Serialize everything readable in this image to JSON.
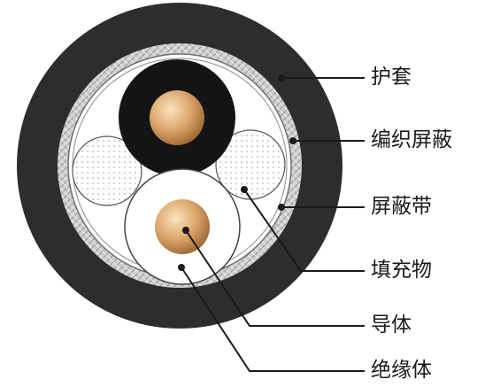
{
  "labels": {
    "sheath": "护套",
    "braided_shield": "编织屏蔽",
    "shield_tape": "屏蔽带",
    "filler": "填充物",
    "conductor": "导体",
    "insulation": "绝缘体"
  },
  "colors": {
    "outer_sheath": "#2d2d2d",
    "braid": "#c9c9c9",
    "insulation_black": "#141414",
    "conductor_core": "#c98f52",
    "conductor_highlight": "#f6d7a8",
    "leader_line": "#1a1a1a",
    "background": "#ffffff"
  }
}
